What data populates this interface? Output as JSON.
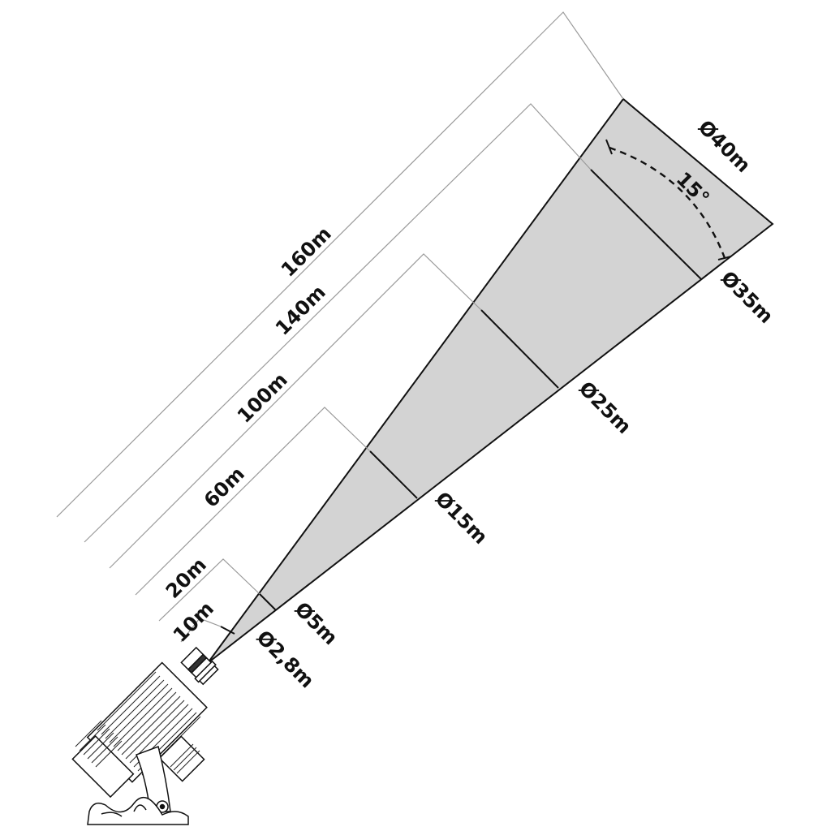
{
  "beam": {
    "angle_label": "15°",
    "fill_color": "#d3d3d3",
    "outline_color": "#111111"
  },
  "distances": [
    {
      "label": "10m"
    },
    {
      "label": "20m"
    },
    {
      "label": "60m"
    },
    {
      "label": "100m"
    },
    {
      "label": "140m"
    },
    {
      "label": "160m"
    }
  ],
  "diameters": [
    {
      "label": "Ø2,8m"
    },
    {
      "label": "Ø5m"
    },
    {
      "label": "Ø15m"
    },
    {
      "label": "Ø25m"
    },
    {
      "label": "Ø35m"
    },
    {
      "label": "Ø40m"
    }
  ],
  "projector": {
    "icon": "projector-icon"
  }
}
